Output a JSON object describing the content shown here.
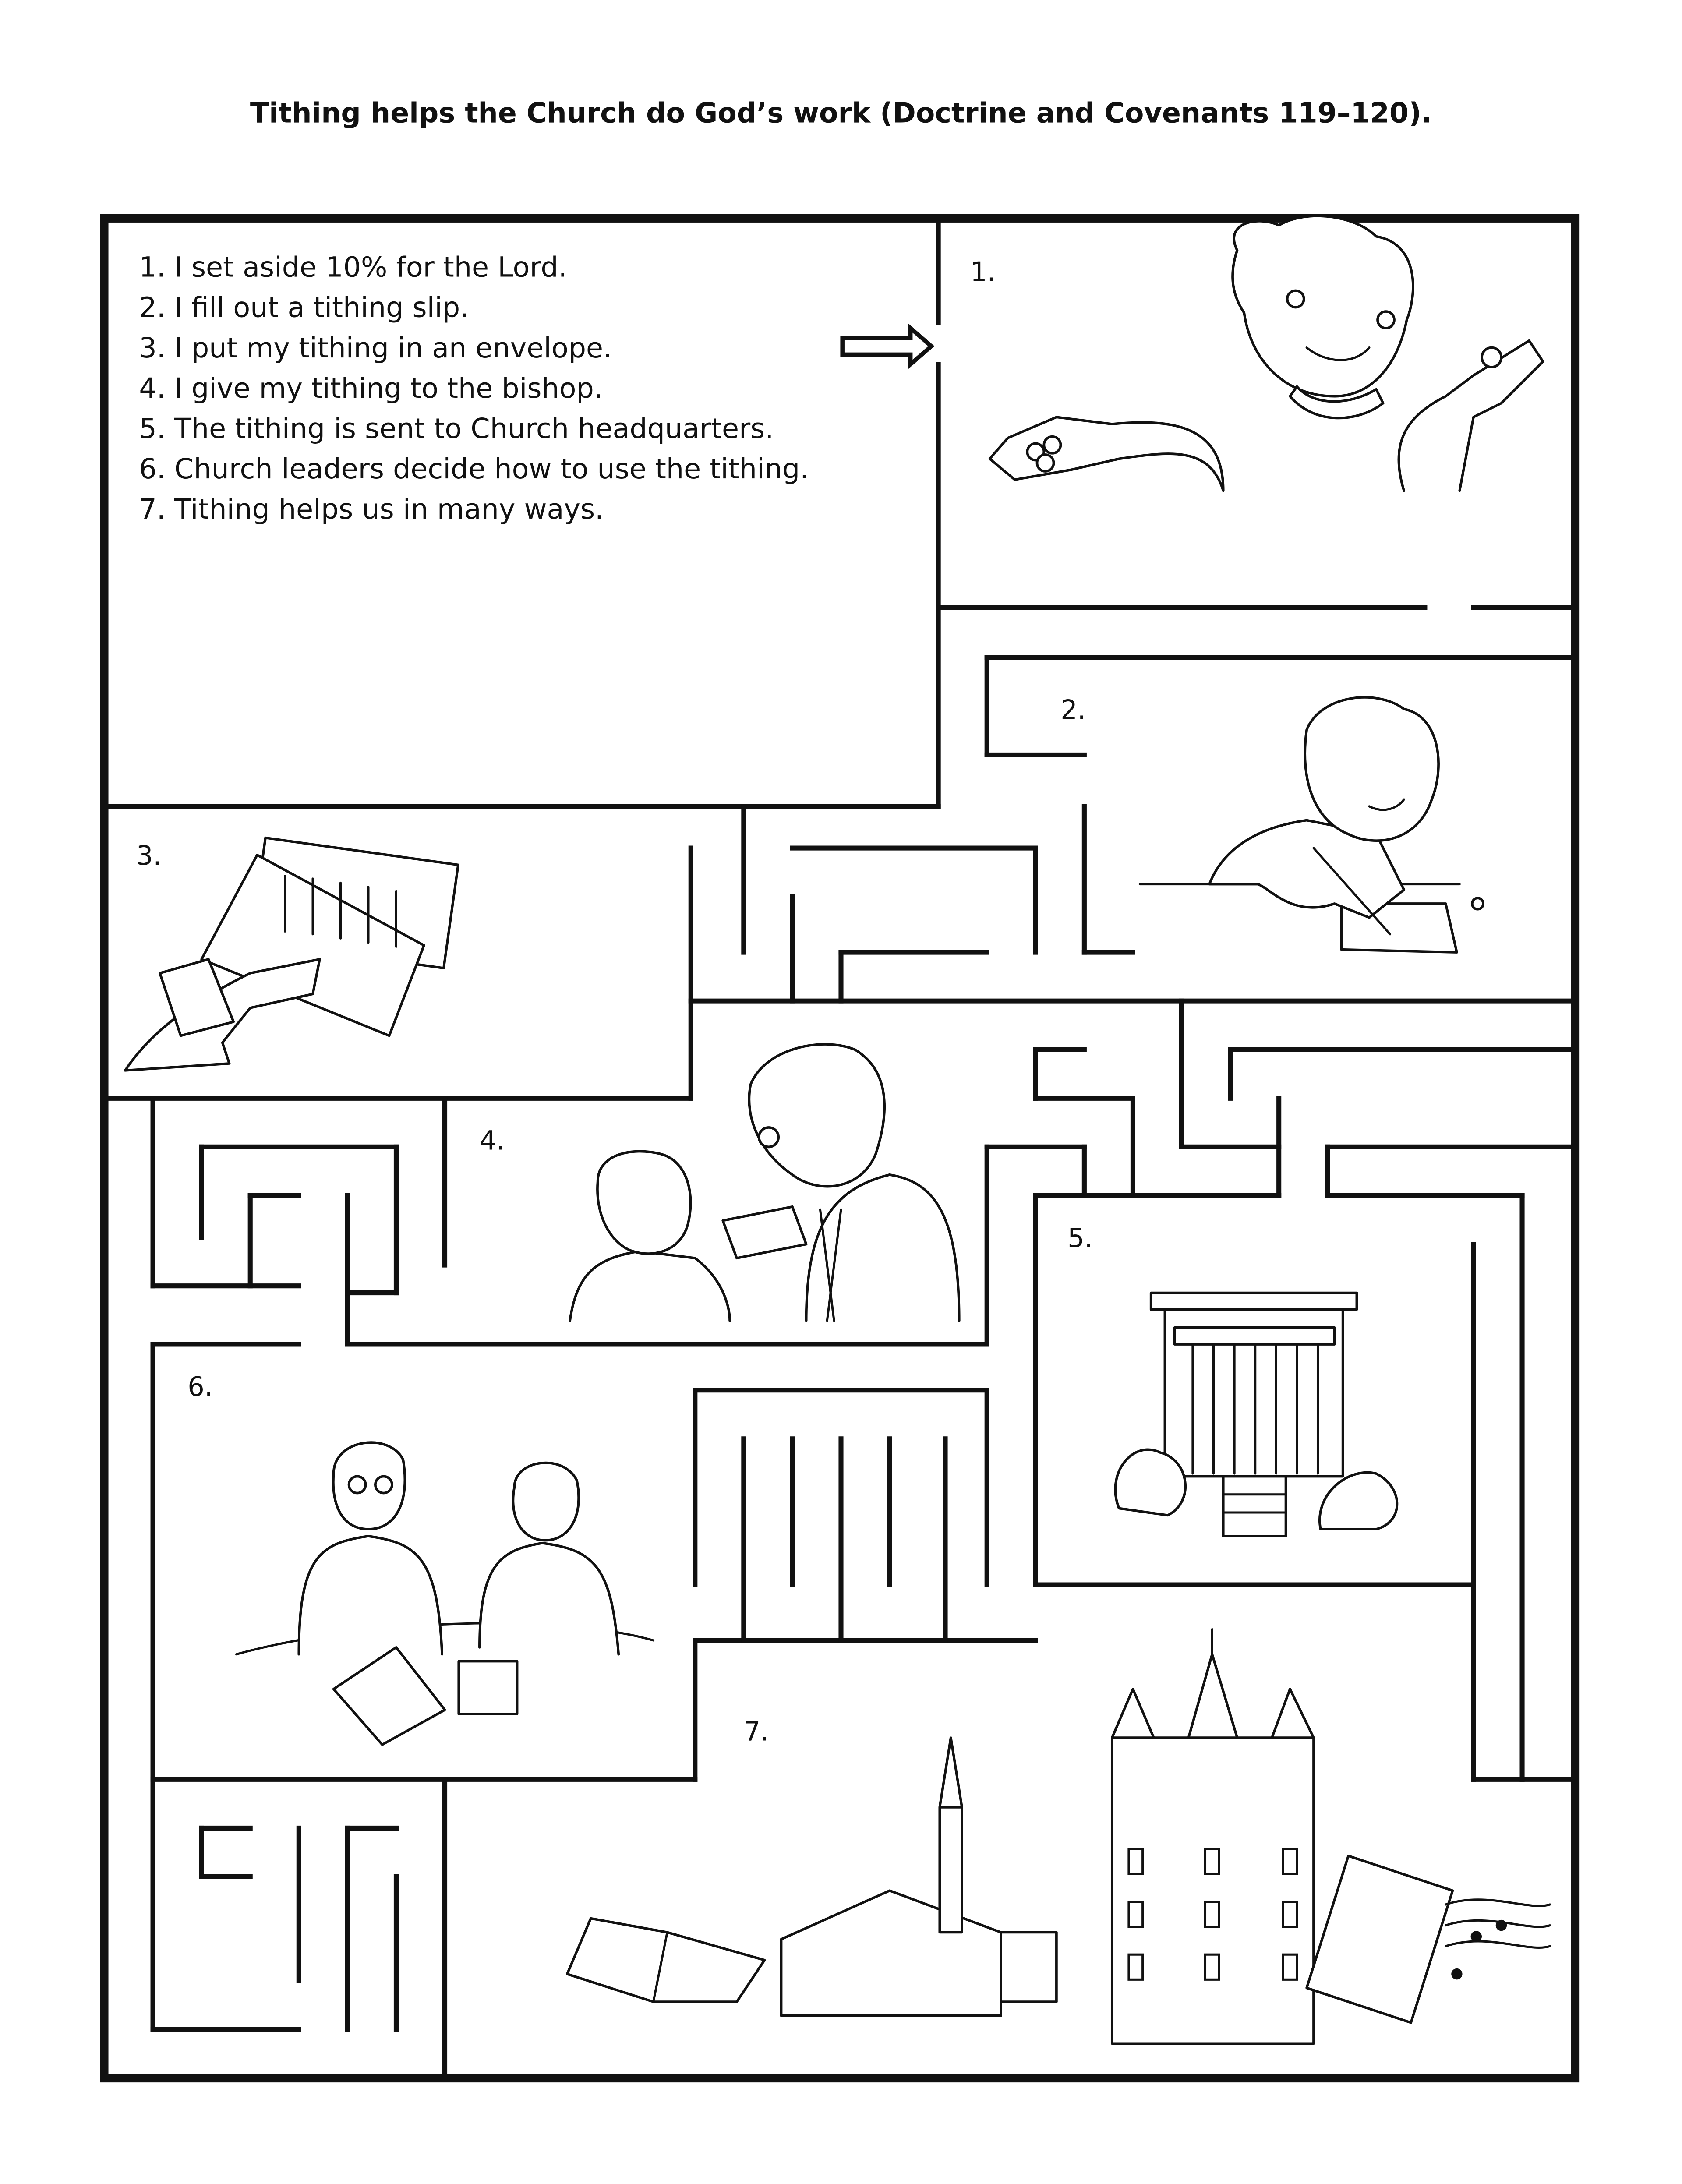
{
  "title": "Tithing helps the Church do God’s work (Doctrine and Covenants 119–120).",
  "steps": [
    "1. I set aside 10% for the Lord.",
    "2. I fill out a tithing slip.",
    "3. I put my tithing in an envelope.",
    "4. I give my tithing to the bishop.",
    "5. The tithing is sent to Church headquarters.",
    "6. Church leaders decide how to use the tithing.",
    "7. Tithing helps us in many ways."
  ],
  "panel_labels": [
    "1.",
    "2.",
    "3.",
    "4.",
    "5.",
    "6.",
    "7."
  ],
  "icons": {
    "start": "right-arrow-outline-icon"
  }
}
